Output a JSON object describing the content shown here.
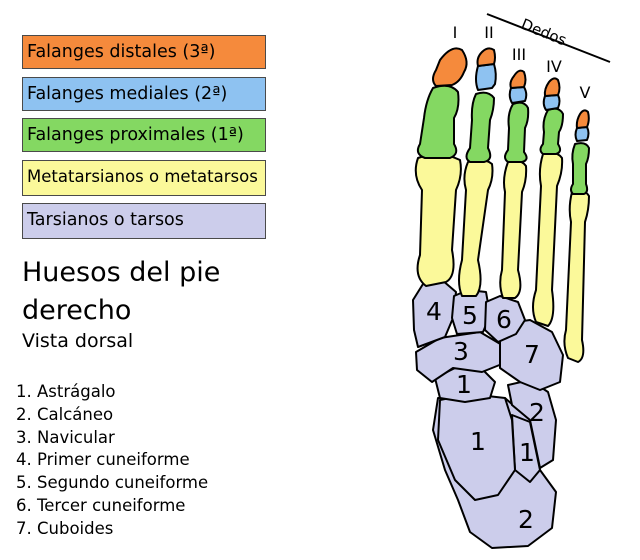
{
  "legend": [
    {
      "label": "Falanges distales (3ª)",
      "color": "#f58a3c"
    },
    {
      "label": "Falanges mediales (2ª)",
      "color": "#8ec2f1"
    },
    {
      "label": "Falanges proximales (1ª)",
      "color": "#84d862"
    },
    {
      "label": "Metatarsianos o metatarsos",
      "color": "#fbf99a"
    },
    {
      "label": "Tarsianos o tarsos",
      "color": "#cccdeb"
    }
  ],
  "title": "Huesos del pie derecho",
  "subtitle": "Vista dorsal",
  "bone_list": [
    "1. Astrágalo",
    "2. Calcáneo",
    "3. Navicular",
    "4. Primer cuneiforme",
    "5. Segundo cuneiforme",
    "6. Tercer cuneiforme",
    "7. Cuboides"
  ],
  "diagram": {
    "dedos_label": "Dedos",
    "toe_numerals": [
      "I",
      "II",
      "III",
      "IV",
      "V"
    ],
    "bone_numbers": {
      "cuneiform_1": "4",
      "cuneiform_2": "5",
      "cuneiform_3": "6",
      "navicular": "3",
      "cuboid": "7",
      "talus_head": "1",
      "talus_body": "1",
      "talus_side": "1",
      "calcaneus_top": "2",
      "calcaneus_bottom": "2"
    },
    "colors": {
      "distal": "#f58a3c",
      "medial": "#8ec2f1",
      "proximal": "#84d862",
      "metatarsal": "#fbf99a",
      "tarsal": "#cccdeb",
      "outline": "#000000"
    }
  }
}
